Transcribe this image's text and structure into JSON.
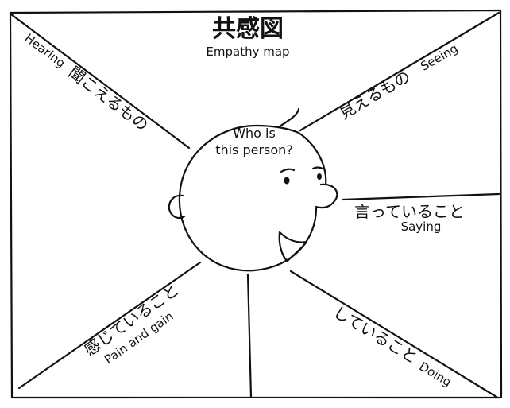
{
  "title": {
    "japanese": "共感図",
    "english": "Empathy map"
  },
  "center": {
    "line1": "Who is",
    "line2": "this person?"
  },
  "sections": {
    "hearing": {
      "english": "Hearing",
      "japanese": "聞こえるもの"
    },
    "seeing": {
      "japanese": "見えるもの",
      "english": "Seeing"
    },
    "saying": {
      "japanese": "言っていること",
      "english": "Saying"
    },
    "doing": {
      "japanese": "していること",
      "english": "Doing"
    },
    "pain_gain": {
      "japanese": "感じていること",
      "english": "Pain and gain"
    }
  }
}
